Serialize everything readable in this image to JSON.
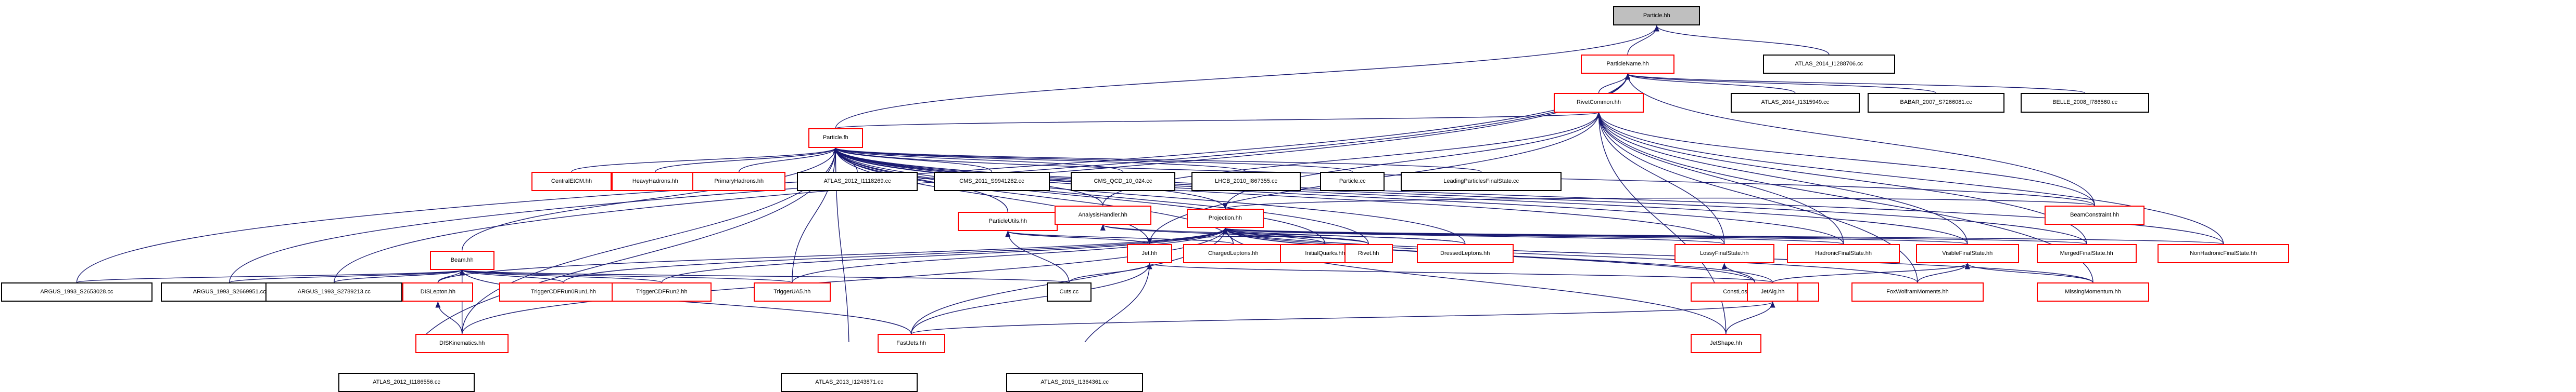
{
  "colors": {
    "root_fill": "#bfbfbf",
    "linked_border": "#ff0000",
    "plain_border": "#000000",
    "edge_main": "#191970",
    "edge_alt": "#8b0000"
  },
  "nodes": [
    {
      "id": "particle_hh",
      "label": "Particle.hh",
      "style": "root"
    },
    {
      "id": "particlename_hh",
      "label": "ParticleName.hh",
      "style": "red"
    },
    {
      "id": "atlas_2014_i1288706",
      "label": "ATLAS_2014_I1288706.cc",
      "style": "black"
    },
    {
      "id": "rivetcommon_hh",
      "label": "RivetCommon.hh",
      "style": "red"
    },
    {
      "id": "atlas_2014_i1315949",
      "label": "ATLAS_2014_I1315949.cc",
      "style": "black"
    },
    {
      "id": "babar_2007_s7266081",
      "label": "BABAR_2007_S7266081.cc",
      "style": "black"
    },
    {
      "id": "belle_2008_i786560",
      "label": "BELLE_2008_I786560.cc",
      "style": "black"
    },
    {
      "id": "particle_fh",
      "label": "Particle.fh",
      "style": "red"
    },
    {
      "id": "centraletcm_hh",
      "label": "CentralEtCM.hh",
      "style": "red"
    },
    {
      "id": "heavyhadrons_hh",
      "label": "HeavyHadrons.hh",
      "style": "red"
    },
    {
      "id": "primaryhadrons_hh",
      "label": "PrimaryHadrons.hh",
      "style": "red"
    },
    {
      "id": "atlas_2012_i1118269",
      "label": "ATLAS_2012_I1118269.cc",
      "style": "black"
    },
    {
      "id": "cms_2011_s9941282",
      "label": "CMS_2011_S9941282.cc",
      "style": "black"
    },
    {
      "id": "cms_qcd_10_024",
      "label": "CMS_QCD_10_024.cc",
      "style": "black"
    },
    {
      "id": "lhcb_2010_i867355",
      "label": "LHCB_2010_I867355.cc",
      "style": "black"
    },
    {
      "id": "particle_cc",
      "label": "Particle.cc",
      "style": "black"
    },
    {
      "id": "leadingparticlesfinalstate_cc",
      "label": "LeadingParticlesFinalState.cc",
      "style": "black"
    },
    {
      "id": "particleutils_hh",
      "label": "ParticleUtils.hh",
      "style": "red"
    },
    {
      "id": "analysishandler_hh",
      "label": "AnalysisHandler.hh",
      "style": "red"
    },
    {
      "id": "projection_hh",
      "label": "Projection.hh",
      "style": "red"
    },
    {
      "id": "beamconstraint_hh",
      "label": "BeamConstraint.hh",
      "style": "red"
    },
    {
      "id": "beam_hh",
      "label": "Beam.hh",
      "style": "red"
    },
    {
      "id": "jet_hh",
      "label": "Jet.hh",
      "style": "red"
    },
    {
      "id": "chargedleptons_hh",
      "label": "ChargedLeptons.hh",
      "style": "red"
    },
    {
      "id": "initialquarks_hh",
      "label": "InitialQuarks.hh",
      "style": "red"
    },
    {
      "id": "rivet_hh",
      "label": "Rivet.hh",
      "style": "red"
    },
    {
      "id": "dressedleptons_hh",
      "label": "DressedLeptons.hh",
      "style": "red"
    },
    {
      "id": "lossyfinalstate_hh",
      "label": "LossyFinalState.hh",
      "style": "red"
    },
    {
      "id": "hadronicfinalstate_hh",
      "label": "HadronicFinalState.hh",
      "style": "red"
    },
    {
      "id": "visiblefinalstate_hh",
      "label": "VisibleFinalState.hh",
      "style": "red"
    },
    {
      "id": "mergedfinalstate_hh",
      "label": "MergedFinalState.hh",
      "style": "red"
    },
    {
      "id": "nonhadronicfinalstate_hh",
      "label": "NonHadronicFinalState.hh",
      "style": "red"
    },
    {
      "id": "argus_1993_s2653028",
      "label": "ARGUS_1993_S2653028.cc",
      "style": "black"
    },
    {
      "id": "argus_1993_s2669951",
      "label": "ARGUS_1993_S2669951.cc",
      "style": "black"
    },
    {
      "id": "argus_1993_s2789213",
      "label": "ARGUS_1993_S2789213.cc",
      "style": "black"
    },
    {
      "id": "dislepton_hh",
      "label": "DISLepton.hh",
      "style": "red"
    },
    {
      "id": "triggercdfrun0run1_hh",
      "label": "TriggerCDFRun0Run1.hh",
      "style": "red"
    },
    {
      "id": "triggercdfrun2_hh",
      "label": "TriggerCDFRun2.hh",
      "style": "red"
    },
    {
      "id": "triggerua5_hh",
      "label": "TriggerUA5.hh",
      "style": "red"
    },
    {
      "id": "cuts_cc",
      "label": "Cuts.cc",
      "style": "black"
    },
    {
      "id": "constlossyfinalstate_hh",
      "label": "ConstLossyFinalState.hh",
      "style": "red"
    },
    {
      "id": "foxwolframmoments_hh",
      "label": "FoxWolframMoments.hh",
      "style": "red"
    },
    {
      "id": "missingmomentum_hh",
      "label": "MissingMomentum.hh",
      "style": "red"
    },
    {
      "id": "jetalg_hh",
      "label": "JetAlg.hh",
      "style": "red"
    },
    {
      "id": "diskinematics_hh",
      "label": "DISKinematics.hh",
      "style": "red"
    },
    {
      "id": "fastjets_hh",
      "label": "FastJets.hh",
      "style": "red"
    },
    {
      "id": "jetshape_hh",
      "label": "JetShape.hh",
      "style": "red"
    },
    {
      "id": "atlas_2012_i1186556",
      "label": "ATLAS_2012_I1186556.cc",
      "style": "black"
    },
    {
      "id": "atlas_2013_i1243871",
      "label": "ATLAS_2013_I1243871.cc",
      "style": "black"
    },
    {
      "id": "atlas_2015_i1364361",
      "label": "ATLAS_2015_I1364361.cc",
      "style": "black"
    }
  ],
  "edges": [
    [
      "particlename_hh",
      "particle_hh"
    ],
    [
      "atlas_2014_i1288706",
      "particle_hh"
    ],
    [
      "particle_fh",
      "particle_hh"
    ],
    [
      "rivetcommon_hh",
      "particlename_hh"
    ],
    [
      "atlas_2014_i1315949",
      "particlename_hh"
    ],
    [
      "babar_2007_s7266081",
      "particlename_hh"
    ],
    [
      "belle_2008_i786560",
      "particlename_hh"
    ],
    [
      "beamconstraint_hh",
      "particlename_hh"
    ],
    [
      "argus_1993_s2653028",
      "particlename_hh"
    ],
    [
      "argus_1993_s2669951",
      "particlename_hh"
    ],
    [
      "argus_1993_s2789213",
      "particlename_hh"
    ],
    [
      "particle_fh",
      "rivetcommon_hh"
    ],
    [
      "analysishandler_hh",
      "rivetcommon_hh"
    ],
    [
      "projection_hh",
      "rivetcommon_hh"
    ],
    [
      "jet_hh",
      "rivetcommon_hh"
    ],
    [
      "lossyfinalstate_hh",
      "rivetcommon_hh"
    ],
    [
      "hadronicfinalstate_hh",
      "rivetcommon_hh"
    ],
    [
      "visiblefinalstate_hh",
      "rivetcommon_hh"
    ],
    [
      "mergedfinalstate_hh",
      "rivetcommon_hh"
    ],
    [
      "nonhadronicfinalstate_hh",
      "rivetcommon_hh"
    ],
    [
      "foxwolframmoments_hh",
      "rivetcommon_hh"
    ],
    [
      "missingmomentum_hh",
      "rivetcommon_hh"
    ],
    [
      "jetshape_hh",
      "rivetcommon_hh"
    ],
    [
      "beamconstraint_hh",
      "rivetcommon_hh"
    ],
    [
      "centraletcm_hh",
      "particle_fh"
    ],
    [
      "heavyhadrons_hh",
      "particle_fh"
    ],
    [
      "primaryhadrons_hh",
      "particle_fh"
    ],
    [
      "atlas_2012_i1118269",
      "particle_fh"
    ],
    [
      "cms_2011_s9941282",
      "particle_fh"
    ],
    [
      "cms_qcd_10_024",
      "particle_fh"
    ],
    [
      "lhcb_2010_i867355",
      "particle_fh"
    ],
    [
      "particle_cc",
      "particle_fh"
    ],
    [
      "leadingparticlesfinalstate_cc",
      "particle_fh"
    ],
    [
      "particleutils_hh",
      "particle_fh"
    ],
    [
      "analysishandler_hh",
      "particle_fh"
    ],
    [
      "projection_hh",
      "particle_fh"
    ],
    [
      "beam_hh",
      "particle_fh"
    ],
    [
      "jet_hh",
      "particle_fh"
    ],
    [
      "chargedleptons_hh",
      "particle_fh"
    ],
    [
      "initialquarks_hh",
      "particle_fh"
    ],
    [
      "rivet_hh",
      "particle_fh"
    ],
    [
      "dressedleptons_hh",
      "particle_fh"
    ],
    [
      "lossyfinalstate_hh",
      "particle_fh"
    ],
    [
      "hadronicfinalstate_hh",
      "particle_fh"
    ],
    [
      "visiblefinalstate_hh",
      "particle_fh"
    ],
    [
      "mergedfinalstate_hh",
      "particle_fh"
    ],
    [
      "nonhadronicfinalstate_hh",
      "particle_fh"
    ],
    [
      "beamconstraint_hh",
      "particle_fh"
    ],
    [
      "triggerua5_hh",
      "particle_fh"
    ],
    [
      "diskinematics_hh",
      "particle_fh"
    ],
    [
      "atlas_2012_i1186556",
      "particle_fh"
    ],
    [
      "atlas_2013_i1243871",
      "particle_fh"
    ],
    [
      "jet_hh",
      "particleutils_hh"
    ],
    [
      "chargedleptons_hh",
      "particleutils_hh"
    ],
    [
      "cuts_cc",
      "particleutils_hh"
    ],
    [
      "chargedleptons_hh",
      "projection_hh"
    ],
    [
      "initialquarks_hh",
      "projection_hh"
    ],
    [
      "rivet_hh",
      "projection_hh"
    ],
    [
      "dressedleptons_hh",
      "projection_hh"
    ],
    [
      "lossyfinalstate_hh",
      "projection_hh"
    ],
    [
      "hadronicfinalstate_hh",
      "projection_hh"
    ],
    [
      "visiblefinalstate_hh",
      "projection_hh"
    ],
    [
      "mergedfinalstate_hh",
      "projection_hh"
    ],
    [
      "nonhadronicfinalstate_hh",
      "projection_hh"
    ],
    [
      "triggercdfrun0run1_hh",
      "projection_hh"
    ],
    [
      "triggercdfrun2_hh",
      "projection_hh"
    ],
    [
      "triggerua5_hh",
      "projection_hh"
    ],
    [
      "constlossyfinalstate_hh",
      "projection_hh"
    ],
    [
      "foxwolframmoments_hh",
      "projection_hh"
    ],
    [
      "missingmomentum_hh",
      "projection_hh"
    ],
    [
      "jetalg_hh",
      "projection_hh"
    ],
    [
      "jetshape_hh",
      "projection_hh"
    ],
    [
      "fastjets_hh",
      "projection_hh"
    ],
    [
      "diskinematics_hh",
      "projection_hh"
    ],
    [
      "dislepton_hh",
      "projection_hh"
    ],
    [
      "beamconstraint_hh",
      "projection_hh"
    ],
    [
      "rivet_hh",
      "analysishandler_hh"
    ],
    [
      "dressedleptons_hh",
      "analysishandler_hh"
    ],
    [
      "argus_1993_s2653028",
      "beam_hh"
    ],
    [
      "argus_1993_s2669951",
      "beam_hh"
    ],
    [
      "argus_1993_s2789213",
      "beam_hh"
    ],
    [
      "dislepton_hh",
      "beam_hh"
    ],
    [
      "triggercdfrun0run1_hh",
      "beam_hh"
    ],
    [
      "triggercdfrun2_hh",
      "beam_hh"
    ],
    [
      "triggerua5_hh",
      "beam_hh"
    ],
    [
      "cuts_cc",
      "beam_hh"
    ],
    [
      "diskinematics_hh",
      "beam_hh"
    ],
    [
      "fastjets_hh",
      "beam_hh"
    ],
    [
      "diskinematics_hh",
      "dislepton_hh"
    ],
    [
      "rivet_hh",
      "jet_hh"
    ],
    [
      "cuts_cc",
      "jet_hh"
    ],
    [
      "jetalg_hh",
      "jet_hh"
    ],
    [
      "fastjets_hh",
      "jet_hh"
    ],
    [
      "atlas_2015_i1364361",
      "jet_hh"
    ],
    [
      "constlossyfinalstate_hh",
      "lossyfinalstate_hh"
    ],
    [
      "foxwolframmoments_hh",
      "visiblefinalstate_hh"
    ],
    [
      "missingmomentum_hh",
      "visiblefinalstate_hh"
    ],
    [
      "jetalg_hh",
      "visiblefinalstate_hh"
    ],
    [
      "fastjets_hh",
      "jetalg_hh"
    ],
    [
      "jetshape_hh",
      "jetalg_hh"
    ],
    [
      "atlas_2012_i1186556",
      "fastjets_hh"
    ],
    [
      "atlas_2013_i1243871",
      "fastjets_hh"
    ],
    [
      "atlas_2015_i1364361",
      "fastjets_hh"
    ]
  ]
}
